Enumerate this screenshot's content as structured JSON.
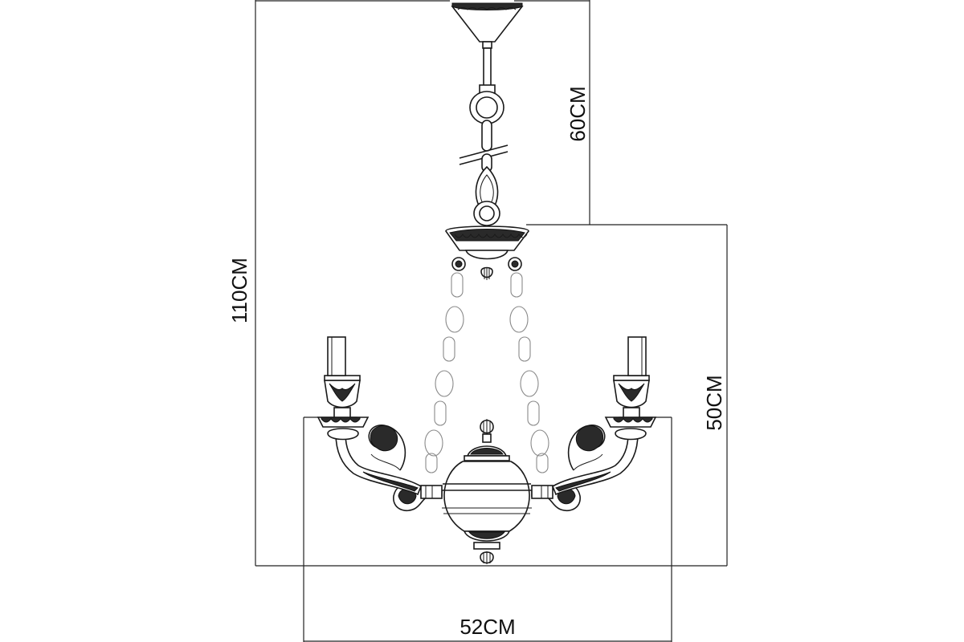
{
  "dimensions": {
    "total_height": "110CM",
    "chain_length": "60CM",
    "body_height": "50CM",
    "width": "52CM"
  }
}
